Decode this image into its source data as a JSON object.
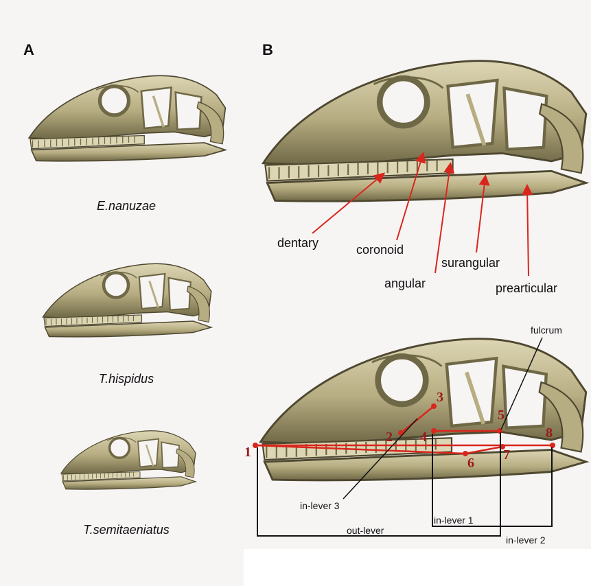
{
  "panel_a": {
    "letter": "A",
    "species": [
      "E.nanuzae",
      "T.hispidus",
      "T.semitaeniatus"
    ]
  },
  "panel_b": {
    "letter": "B",
    "bone_labels": {
      "dentary": "dentary",
      "coronoid": "coronoid",
      "angular": "angular",
      "surangular": "surangular",
      "prearticular": "prearticular"
    },
    "lever_labels": {
      "fulcrum": "fulcrum",
      "in_lever_3": "in-lever 3",
      "out_lever": "out-lever",
      "in_lever_1": "in-lever 1",
      "in_lever_2": "in-lever 2"
    },
    "landmarks": [
      "1",
      "2",
      "3",
      "4",
      "5",
      "6",
      "7",
      "8"
    ]
  },
  "colors": {
    "bone": "#b7ad82",
    "bone_dark": "#6f6846",
    "bone_light": "#ddd6b4",
    "annotation_red": "#d9261c",
    "landmark_text": "#9a1a1a",
    "frame_black": "#111111",
    "panel_background": "#f7f4f4"
  }
}
